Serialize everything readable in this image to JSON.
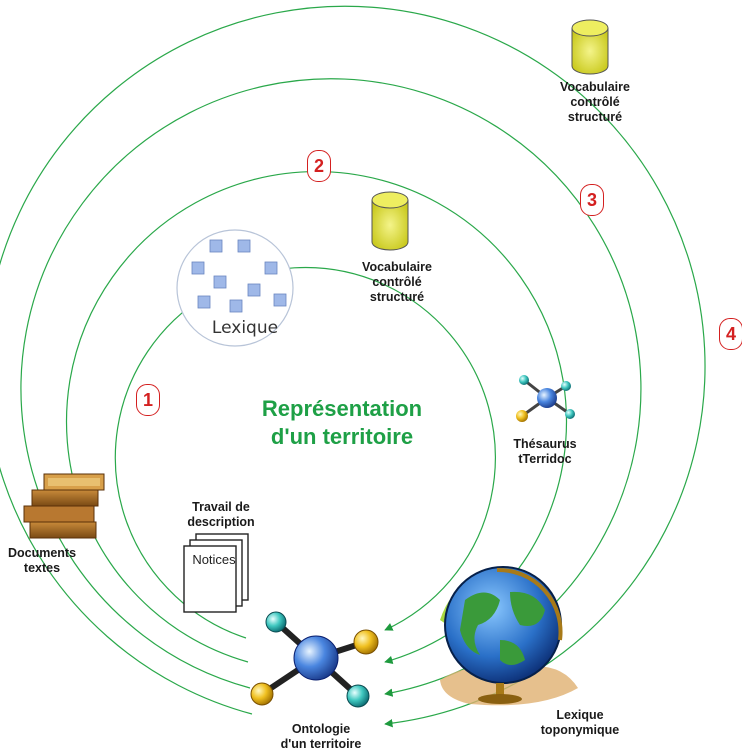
{
  "center_title": {
    "line1": "Représentation",
    "line2": "d'un territoire"
  },
  "badges": [
    "1",
    "2",
    "3",
    "4"
  ],
  "labels": {
    "vocab_outer": [
      "Vocabulaire",
      "contrôlé",
      "structuré"
    ],
    "vocab_inner": [
      "Vocabulaire",
      "contrôlé",
      "structuré"
    ],
    "lexique": "Lexique",
    "thesaurus": [
      "Thésaurus",
      "tTerridoc"
    ],
    "documents": [
      "Documents",
      "textes"
    ],
    "travail": [
      "Travail de",
      "description"
    ],
    "notices": "Notices",
    "ontologie": [
      "Ontologie",
      "d'un territoire"
    ],
    "lexique_topo": [
      "Lexique",
      "toponymique"
    ]
  },
  "colors": {
    "circle": "#2aa84a",
    "arrow": "#1e9a3e",
    "badge": "#d42020",
    "title": "#1ea046",
    "cylinder": "#dede2a"
  },
  "icons": [
    "database-cylinder-icon",
    "molecule-icon",
    "globe-icon",
    "books-icon",
    "documents-stack-icon"
  ]
}
